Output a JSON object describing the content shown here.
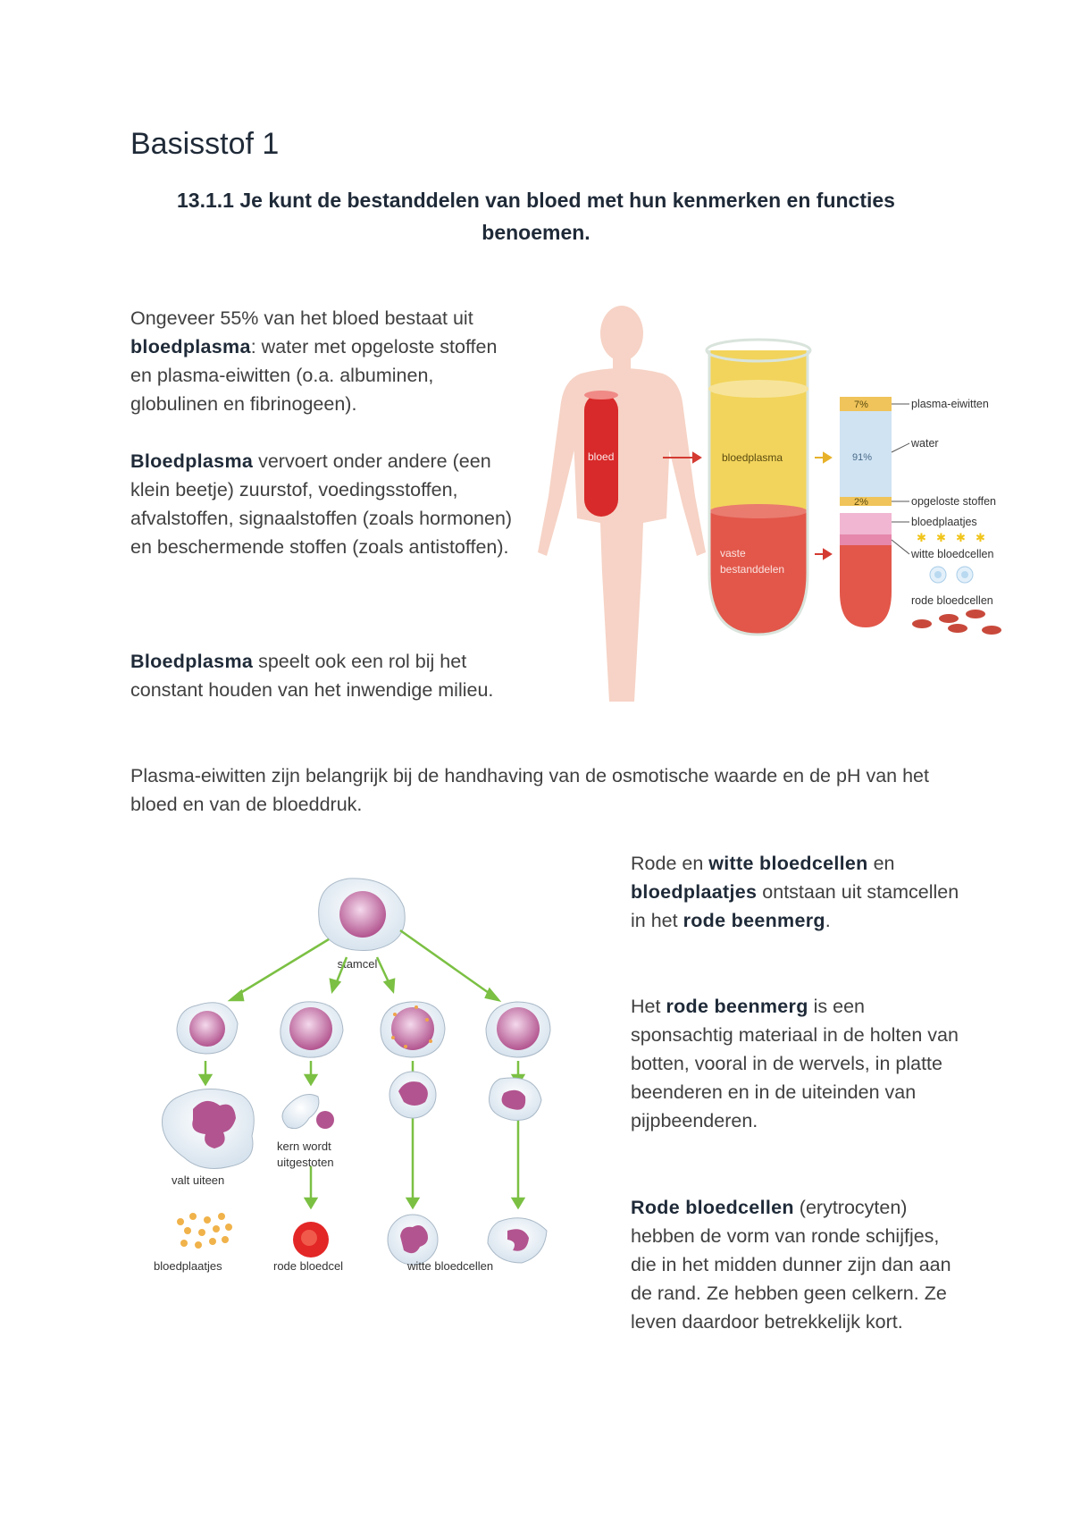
{
  "title": "Basisstof 1",
  "subtitle": "13.1.1 Je kunt de bestanddelen van bloed met hun kenmerken en functies benoemen.",
  "blocks": {
    "p1": [
      "Ongeveer 55% van het bloed bestaat uit ",
      "bloedplasma",
      ": water met opgeloste stoffen en plasma-eiwitten (o.a. albuminen, globulinen en fibrinogeen)."
    ],
    "p2": [
      "Bloedplasma",
      " vervoert onder andere (een klein beetje) zuurstof, voedingsstoffen, afvalstoffen, signaalstoffen (zoals hormonen) en beschermende stoffen (zoals antistoffen)."
    ],
    "p3": [
      "Bloedplasma",
      " speelt ook een rol bij het constant houden van het inwendige milieu."
    ],
    "p4": "Plasma-eiwitten zijn belangrijk bij de handhaving van de osmotische waarde en de pH van het bloed en van de bloeddruk.",
    "p5": [
      "Rode en ",
      "witte bloedcellen",
      " en ",
      "bloedplaatjes",
      " ontstaan uit stamcellen in het ",
      "rode beenmerg",
      "."
    ],
    "p6": [
      "Het ",
      "rode beenmerg",
      " is een sponsachtig materiaal in de holten van botten, vooral in de wervels, in platte beenderen en in de uiteinden van pijpbeenderen."
    ],
    "p7": [
      "Rode bloedcellen",
      " (erytrocyten) hebben de vorm van ronde schijfjes, die in het midden dunner zijn dan aan de rand. Ze hebben geen celkern. Ze leven daardoor betrekkelijk kort."
    ]
  },
  "figure1": {
    "tube_small_label": "bloed",
    "plasma_label": "bloedplasma",
    "solid_label_1": "vaste",
    "solid_label_2": "bestanddelen",
    "pct_protein": "7%",
    "pct_water": "91%",
    "pct_solutes": "2%",
    "label_protein": "plasma-eiwitten",
    "label_water": "water",
    "label_solutes": "opgeloste stoffen",
    "label_platelets": "bloedplaatjes",
    "label_white": "witte bloedcellen",
    "label_red": "rode bloedcellen",
    "colors": {
      "plasma": "#f2d45c",
      "solid": "#e2574a",
      "skin": "#f6d3c6",
      "water": "#cfe3f3",
      "platelet_band": "#f1b6d2"
    }
  },
  "figure2": {
    "label_stemcell": "stamcel",
    "label_nucleus_1": "kern wordt",
    "label_nucleus_2": "uitgestoten",
    "label_breaks": "valt uiteen",
    "label_platelets": "bloedplaatjes",
    "label_red": "rode bloedcel",
    "label_white": "witte bloedcellen"
  }
}
